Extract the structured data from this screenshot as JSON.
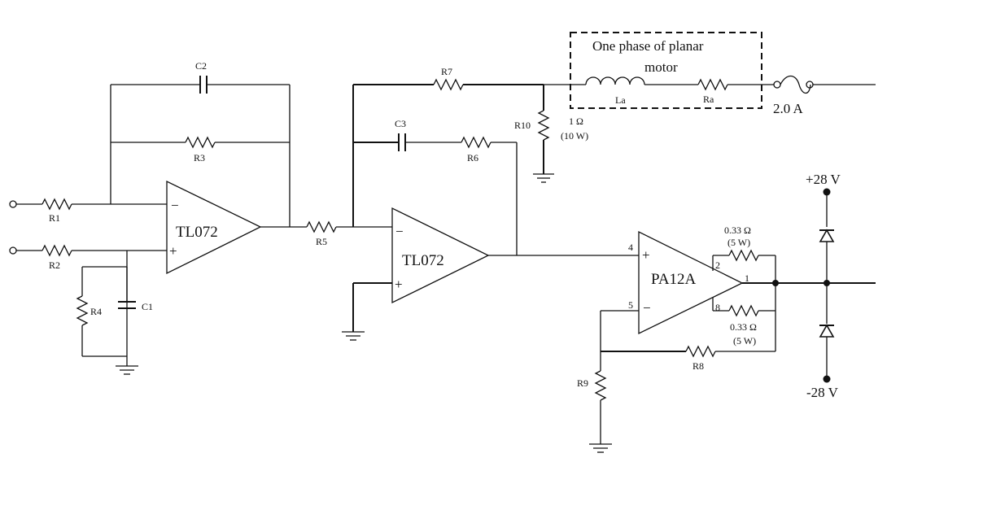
{
  "labels": {
    "r1": "R1",
    "r2": "R2",
    "r3": "R3",
    "r4": "R4",
    "r5": "R5",
    "r6": "R6",
    "r7": "R7",
    "r8": "R8",
    "r9": "R9",
    "r10": "R10",
    "c1": "C1",
    "c2": "C2",
    "c3": "C3",
    "la": "La",
    "ra": "Ra",
    "r10_value": "1 Ω",
    "r10_power": "(10 W)",
    "rs_top_value": "0.33 Ω",
    "rs_top_power": "(5 W)",
    "rs_bot_value": "0.33 Ω",
    "rs_bot_power": "(5 W)",
    "fuse": "2.0 A",
    "plus_supply": "+28 V",
    "minus_supply": "-28 V"
  },
  "motor_box": {
    "line1": "One phase of planar",
    "line2": "motor"
  },
  "opamps": {
    "u1": "TL072",
    "u2": "TL072",
    "u3": "PA12A"
  },
  "pins": {
    "p4": "4",
    "p5": "5",
    "p2": "2",
    "p8": "8",
    "p1": "1"
  },
  "signs": {
    "minus": "−",
    "plus": "+"
  }
}
